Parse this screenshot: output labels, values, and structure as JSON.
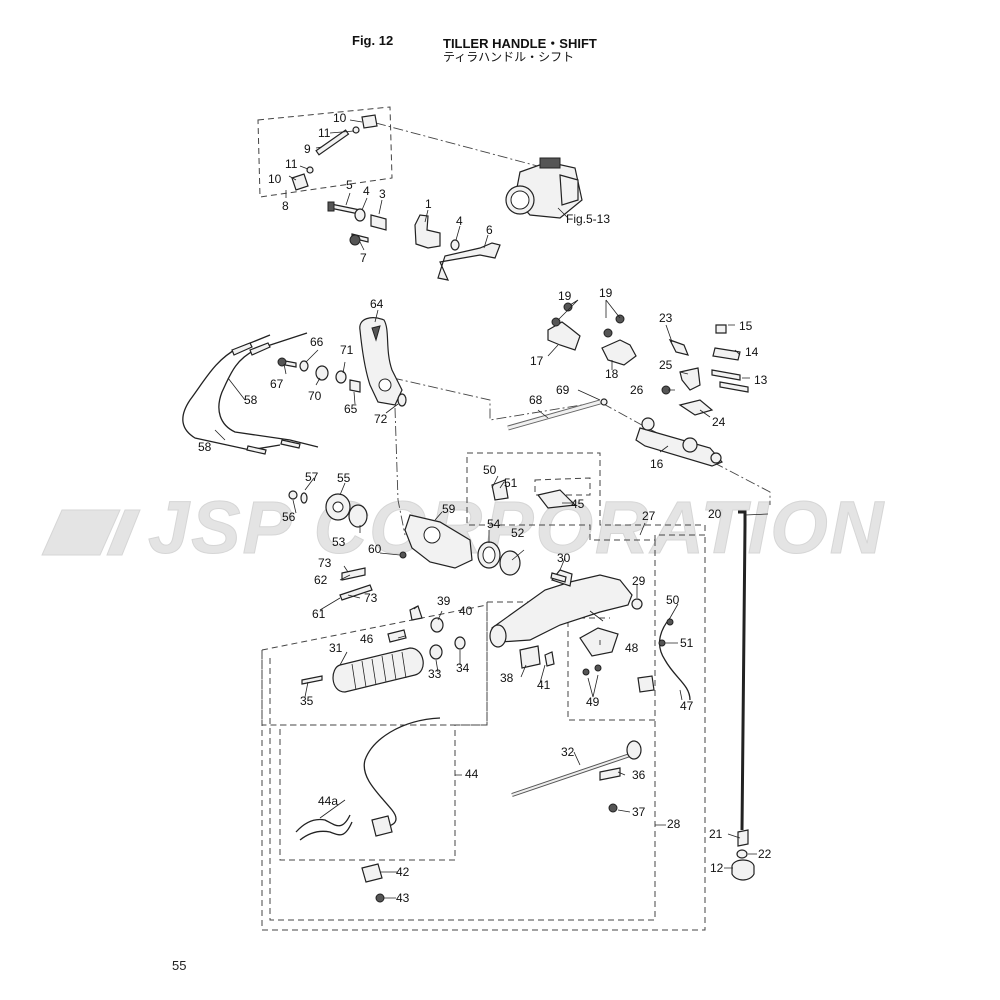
{
  "header": {
    "fig_label": "Fig. 12",
    "title_en": "TILLER HANDLE・SHIFT",
    "title_jp": "ティラハンドル・シフト"
  },
  "page_number": "55",
  "watermark": "JSP CORPORATION",
  "references": {
    "fig_ref": "Fig.5-13"
  },
  "callouts": [
    {
      "id": "c1",
      "text": "1"
    },
    {
      "id": "c2",
      "text": "3"
    },
    {
      "id": "c3",
      "text": "4"
    },
    {
      "id": "c4",
      "text": "4"
    },
    {
      "id": "c5",
      "text": "5"
    },
    {
      "id": "c6",
      "text": "6"
    },
    {
      "id": "c7",
      "text": "7"
    },
    {
      "id": "c8",
      "text": "8"
    },
    {
      "id": "c9",
      "text": "9"
    },
    {
      "id": "c10",
      "text": "10"
    },
    {
      "id": "c11",
      "text": "10"
    },
    {
      "id": "c12",
      "text": "11"
    },
    {
      "id": "c13",
      "text": "11"
    },
    {
      "id": "c14",
      "text": "12"
    },
    {
      "id": "c15",
      "text": "13"
    },
    {
      "id": "c16",
      "text": "14"
    },
    {
      "id": "c17",
      "text": "15"
    },
    {
      "id": "c18",
      "text": "16"
    },
    {
      "id": "c19",
      "text": "17"
    },
    {
      "id": "c20",
      "text": "18"
    },
    {
      "id": "c21",
      "text": "19"
    },
    {
      "id": "c22",
      "text": "19"
    },
    {
      "id": "c23",
      "text": "20"
    },
    {
      "id": "c24",
      "text": "21"
    },
    {
      "id": "c25",
      "text": "22"
    },
    {
      "id": "c26",
      "text": "23"
    },
    {
      "id": "c27",
      "text": "24"
    },
    {
      "id": "c28",
      "text": "25"
    },
    {
      "id": "c29",
      "text": "26"
    },
    {
      "id": "c30",
      "text": "27"
    },
    {
      "id": "c31",
      "text": "28"
    },
    {
      "id": "c32",
      "text": "29"
    },
    {
      "id": "c33",
      "text": "30"
    },
    {
      "id": "c34",
      "text": "31"
    },
    {
      "id": "c35",
      "text": "32"
    },
    {
      "id": "c36",
      "text": "33"
    },
    {
      "id": "c37",
      "text": "34"
    },
    {
      "id": "c38",
      "text": "35"
    },
    {
      "id": "c39",
      "text": "36"
    },
    {
      "id": "c40",
      "text": "37"
    },
    {
      "id": "c41",
      "text": "38"
    },
    {
      "id": "c42",
      "text": "39"
    },
    {
      "id": "c43",
      "text": "40"
    },
    {
      "id": "c44",
      "text": "41"
    },
    {
      "id": "c45",
      "text": "42"
    },
    {
      "id": "c46",
      "text": "43"
    },
    {
      "id": "c47",
      "text": "44"
    },
    {
      "id": "c48",
      "text": "44a"
    },
    {
      "id": "c49",
      "text": "45"
    },
    {
      "id": "c50",
      "text": "46"
    },
    {
      "id": "c51",
      "text": "47"
    },
    {
      "id": "c52",
      "text": "48"
    },
    {
      "id": "c53",
      "text": "49"
    },
    {
      "id": "c54",
      "text": "50"
    },
    {
      "id": "c55",
      "text": "50"
    },
    {
      "id": "c56",
      "text": "51"
    },
    {
      "id": "c57",
      "text": "51"
    },
    {
      "id": "c58",
      "text": "52"
    },
    {
      "id": "c59",
      "text": "53"
    },
    {
      "id": "c60",
      "text": "54"
    },
    {
      "id": "c61",
      "text": "55"
    },
    {
      "id": "c62",
      "text": "56"
    },
    {
      "id": "c63",
      "text": "57"
    },
    {
      "id": "c64",
      "text": "58"
    },
    {
      "id": "c65",
      "text": "58"
    },
    {
      "id": "c66",
      "text": "59"
    },
    {
      "id": "c67",
      "text": "60"
    },
    {
      "id": "c68",
      "text": "61"
    },
    {
      "id": "c69",
      "text": "62"
    },
    {
      "id": "c70",
      "text": "64"
    },
    {
      "id": "c71",
      "text": "65"
    },
    {
      "id": "c72",
      "text": "66"
    },
    {
      "id": "c73",
      "text": "67"
    },
    {
      "id": "c74",
      "text": "68"
    },
    {
      "id": "c75",
      "text": "69"
    },
    {
      "id": "c76",
      "text": "70"
    },
    {
      "id": "c77",
      "text": "71"
    },
    {
      "id": "c78",
      "text": "72"
    },
    {
      "id": "c79",
      "text": "73"
    },
    {
      "id": "c80",
      "text": "73"
    }
  ]
}
